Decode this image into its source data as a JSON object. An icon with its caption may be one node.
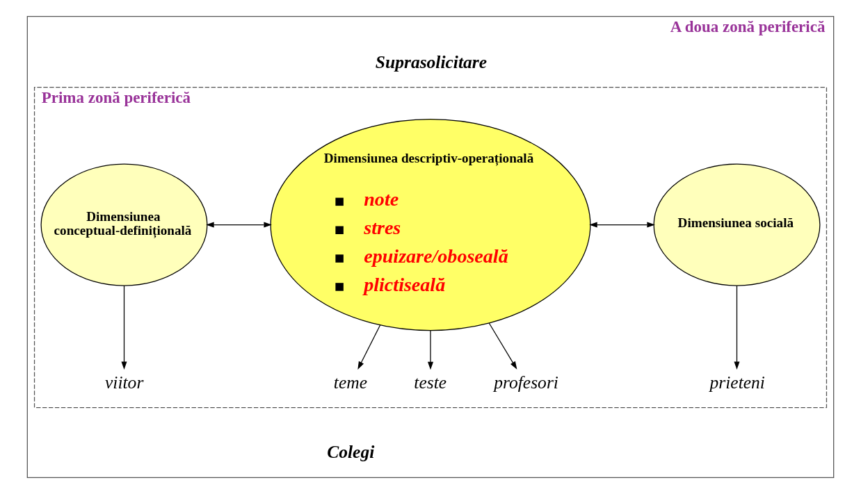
{
  "diagram": {
    "nodes": [
      {
        "text": [
          "A doua zonă periferică"
        ]
      },
      {
        "text": [
          "Prima zonă periferică"
        ],
        "in": 0
      },
      {
        "text": [
          "Dimensiunea conceptual-definițională"
        ],
        "in": 1
      },
      {
        "text": [
          "Dimensiunea descriptiv-operațională",
          "note",
          "stres",
          "epuizare/oboseală",
          "plictiseală"
        ],
        "in": 1
      },
      {
        "text": [
          "Dimensiunea socială"
        ],
        "in": 1
      },
      {
        "text": [
          "viitor"
        ],
        "in": 1
      },
      {
        "text": [
          "profesori"
        ],
        "in": 1
      },
      {
        "text": [
          "teme"
        ],
        "in": 1
      },
      {
        "text": [
          "teste"
        ],
        "in": 1
      },
      {
        "text": [
          "prieteni"
        ],
        "in": 1
      }
    ],
    "edges": [
      {
        "from": 2,
        "to": 3,
        "arrow": "both"
      },
      {
        "from": 3,
        "to": 4,
        "arrow": "both"
      },
      {
        "from": 2,
        "to": 5,
        "arrow": "to"
      },
      {
        "from": 3,
        "to": 6,
        "arrow": "to"
      },
      {
        "from": 3,
        "to": 7,
        "arrow": "to"
      },
      {
        "from": 3,
        "to": 8,
        "arrow": "to"
      },
      {
        "from": 4,
        "to": 9,
        "arrow": "to"
      }
    ],
    "labels": [
      "Suprasolicitare",
      "Colegi"
    ]
  }
}
